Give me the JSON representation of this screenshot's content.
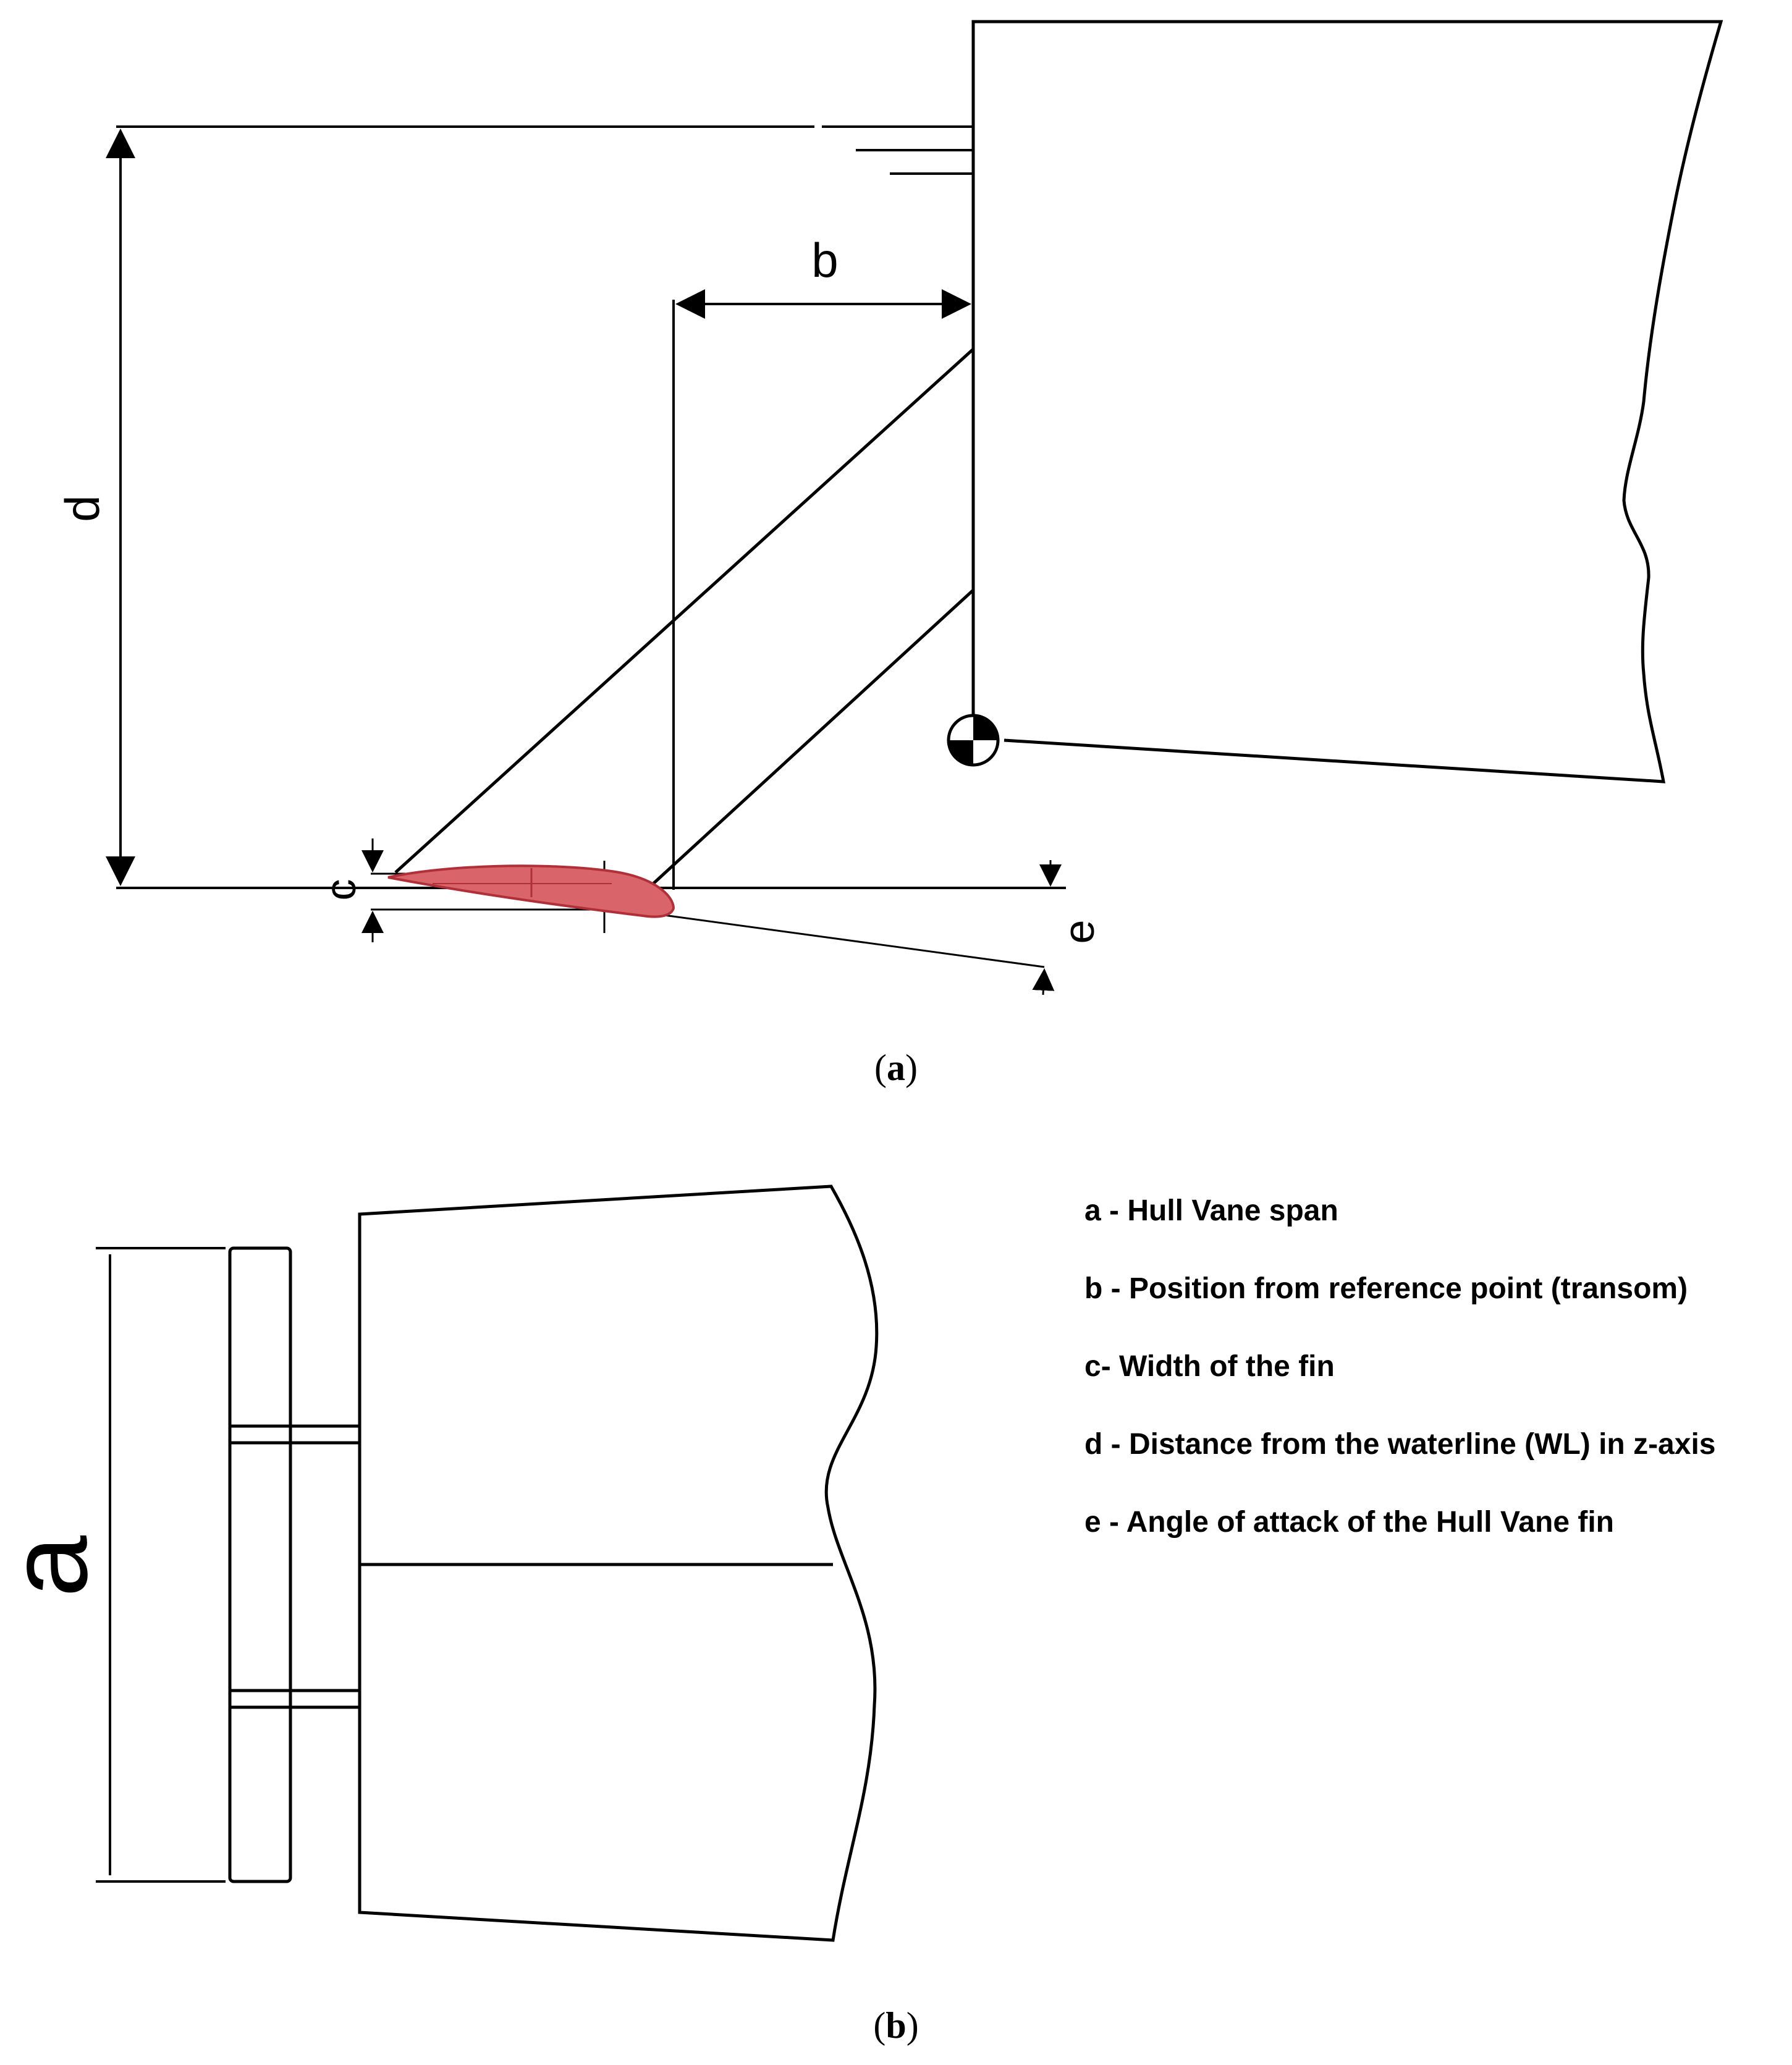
{
  "labels": {
    "a": "a",
    "b": "b",
    "c": "c",
    "d": "d",
    "e": "e"
  },
  "captions": {
    "top_open": "(",
    "top_letter": "a",
    "top_close": ")",
    "bottom_open": "(",
    "bottom_letter": "b",
    "bottom_close": ")"
  },
  "legend": [
    "a - Hull Vane span",
    "b - Position from reference point (transom)",
    "c- Width of the fin",
    "d - Distance from the waterline (WL) in z-axis",
    "e - Angle of attack of the Hull Vane fin"
  ],
  "colors": {
    "line": "#000000",
    "fin_fill": "#d9646a",
    "fin_stroke": "#b0303a",
    "background": "#ffffff"
  }
}
